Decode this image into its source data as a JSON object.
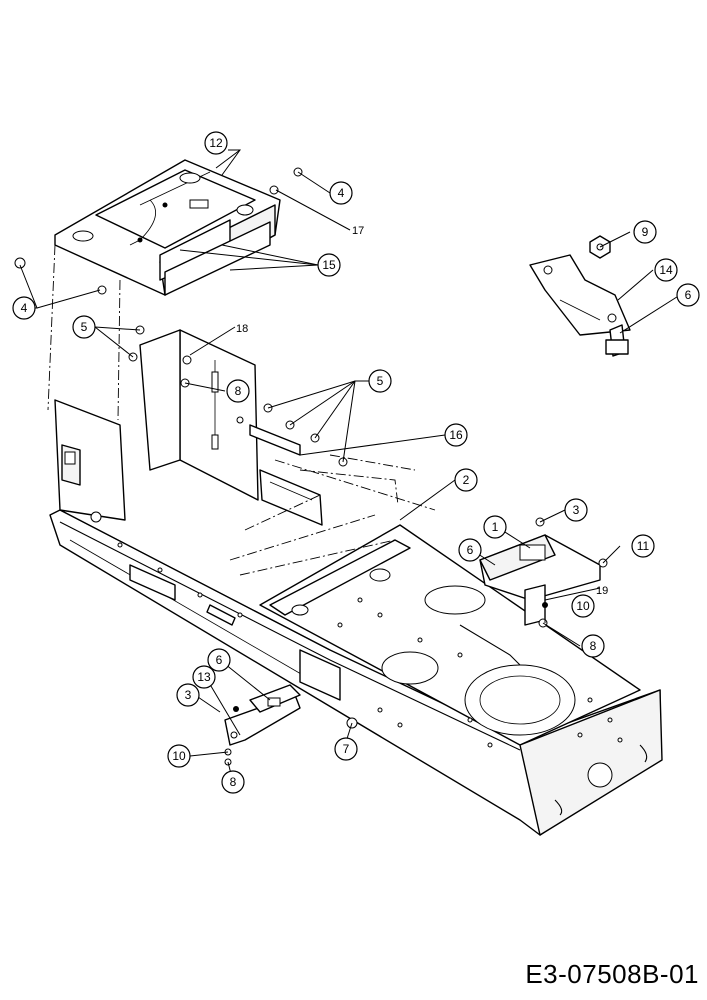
{
  "drawing_code": "E3-07508B-01",
  "callouts": {
    "c12": "12",
    "c4a": "4",
    "c17": "17",
    "c15": "15",
    "c4b": "4",
    "c5a": "5",
    "c18": "18",
    "c8a": "8",
    "c5b": "5",
    "c16": "16",
    "c2": "2",
    "c9": "9",
    "c14": "14",
    "c6a": "6",
    "c3a": "3",
    "c1": "1",
    "c6b": "6",
    "c11": "11",
    "c19": "19",
    "c10a": "10",
    "c8b": "8",
    "c6c": "6",
    "c13": "13",
    "c3b": "3",
    "c10b": "10",
    "c8c": "8",
    "c7": "7"
  }
}
